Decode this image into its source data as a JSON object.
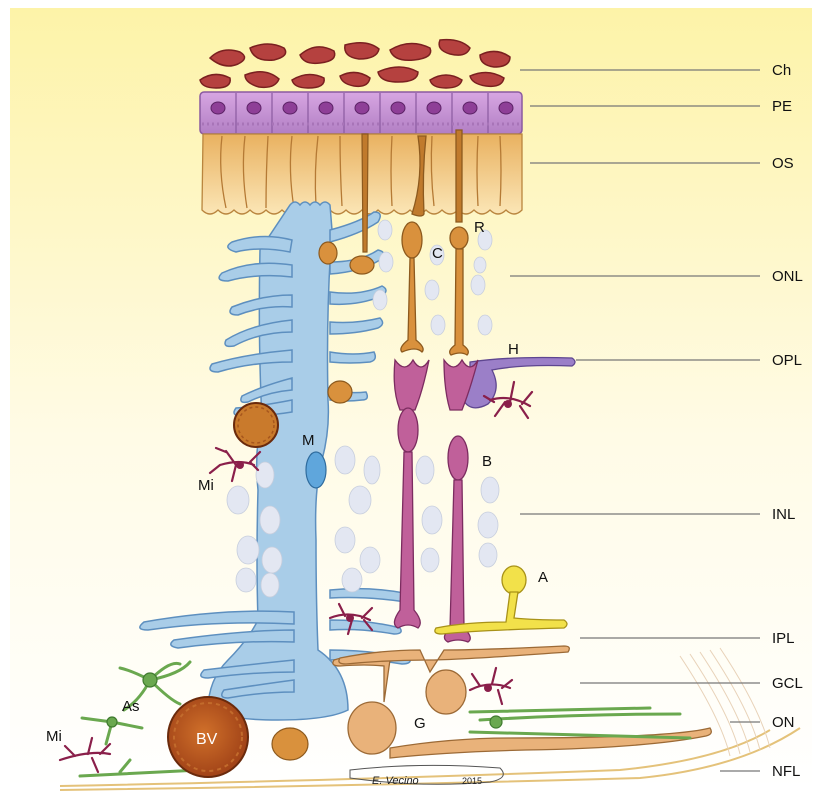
{
  "layer_labels": {
    "ch": "Ch",
    "pe": "PE",
    "os": "OS",
    "onl": "ONL",
    "opl": "OPL",
    "inl": "INL",
    "ipl": "IPL",
    "gcl": "GCL",
    "on": "ON",
    "nfl": "NFL"
  },
  "cell_labels": {
    "r": "R",
    "c": "C",
    "h": "H",
    "m": "M",
    "b": "B",
    "mi_upper": "Mi",
    "mi_lower": "Mi",
    "a": "A",
    "as": "As",
    "bv": "BV",
    "g": "G"
  },
  "signature": {
    "name": "E. Vecino",
    "year": "2015"
  },
  "colors": {
    "background_top": "#fdf6b8",
    "background_bottom": "#ffffff",
    "choroid": "#b5413f",
    "pigment_epithelium": "#c896d6",
    "outer_segments": "#f0c37a",
    "muller_cell": "#a9cde8",
    "photoreceptor": "#d9913d",
    "bipolar": "#c0609a",
    "horizontal": "#9b7fc8",
    "microglia": "#8a1f4a",
    "amacrine": "#f2e14a",
    "astrocyte": "#6aa84f",
    "ganglion": "#e9b27a",
    "blood_vessel": "#b8571c"
  }
}
